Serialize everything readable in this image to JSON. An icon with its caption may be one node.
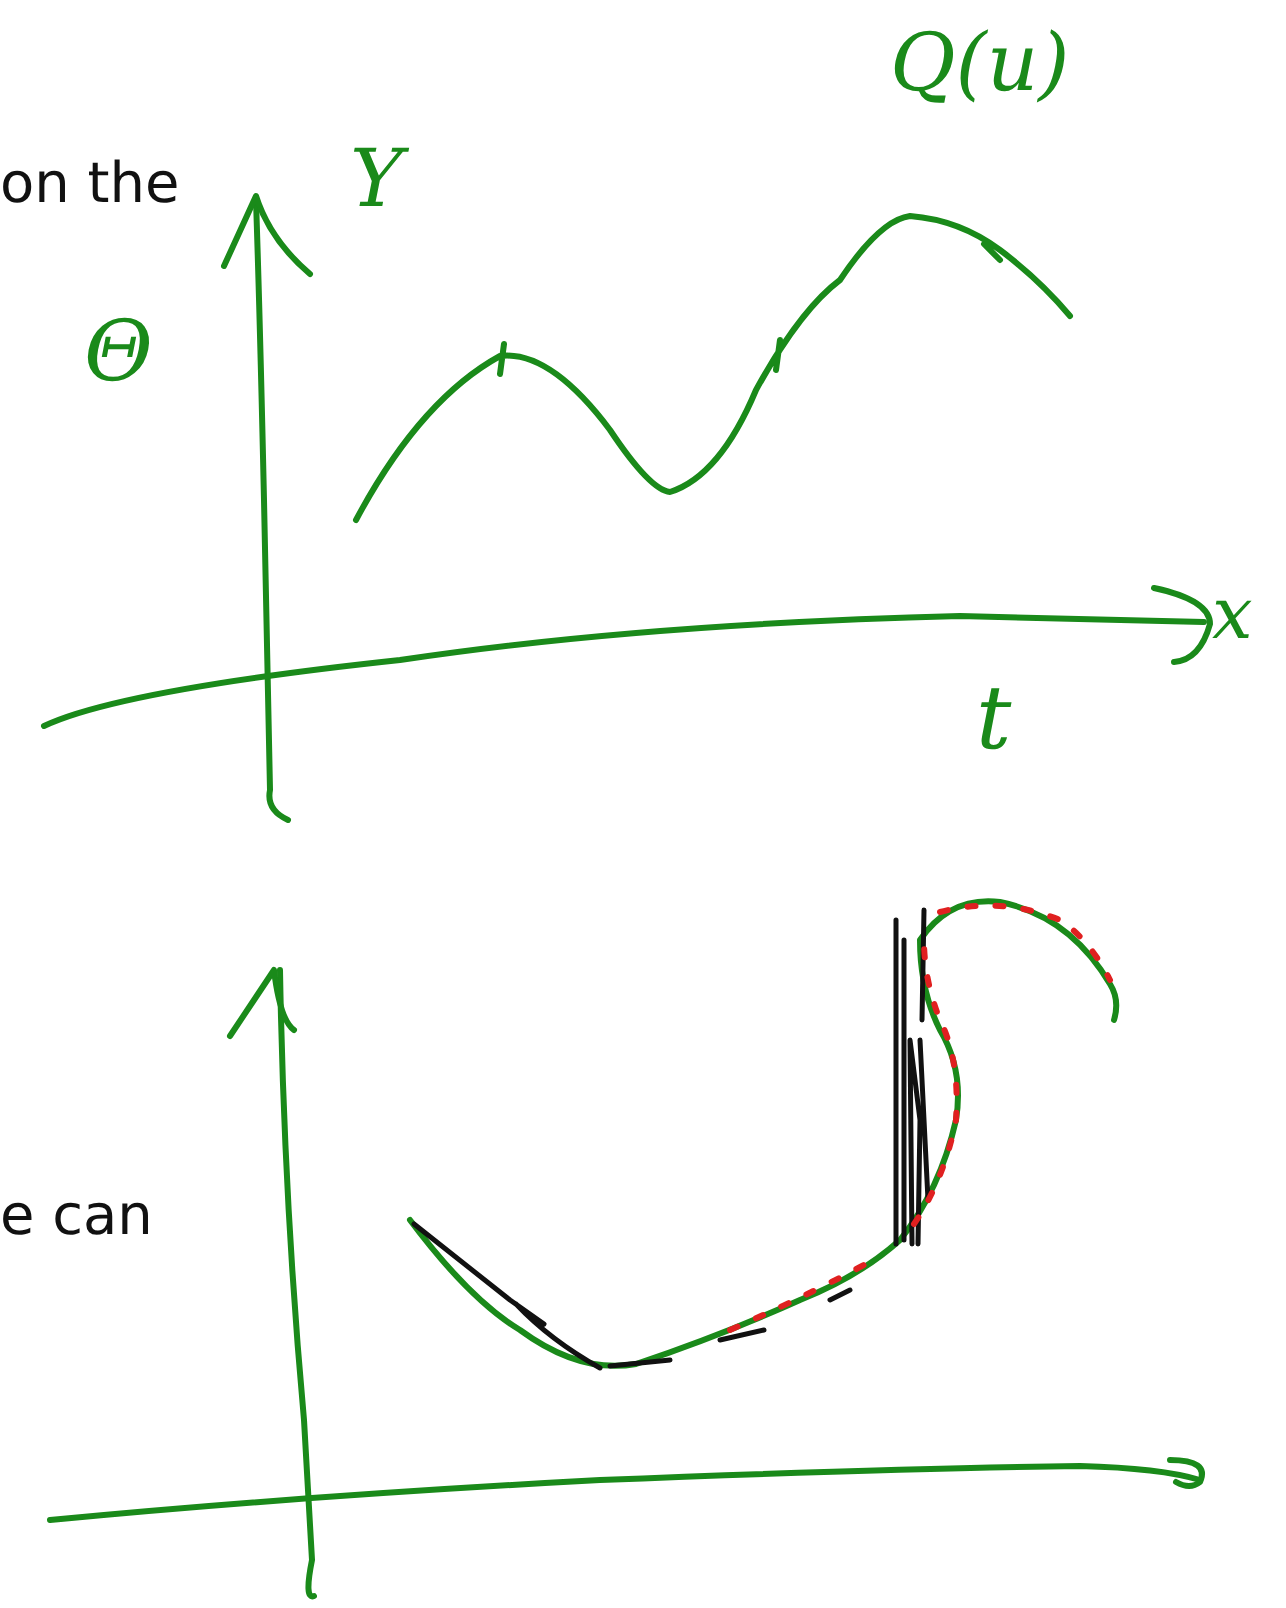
{
  "diagram": {
    "labels": [
      "on the",
      "Y",
      "Θ",
      "Q(u)",
      "x",
      "t",
      "e can"
    ]
  }
}
